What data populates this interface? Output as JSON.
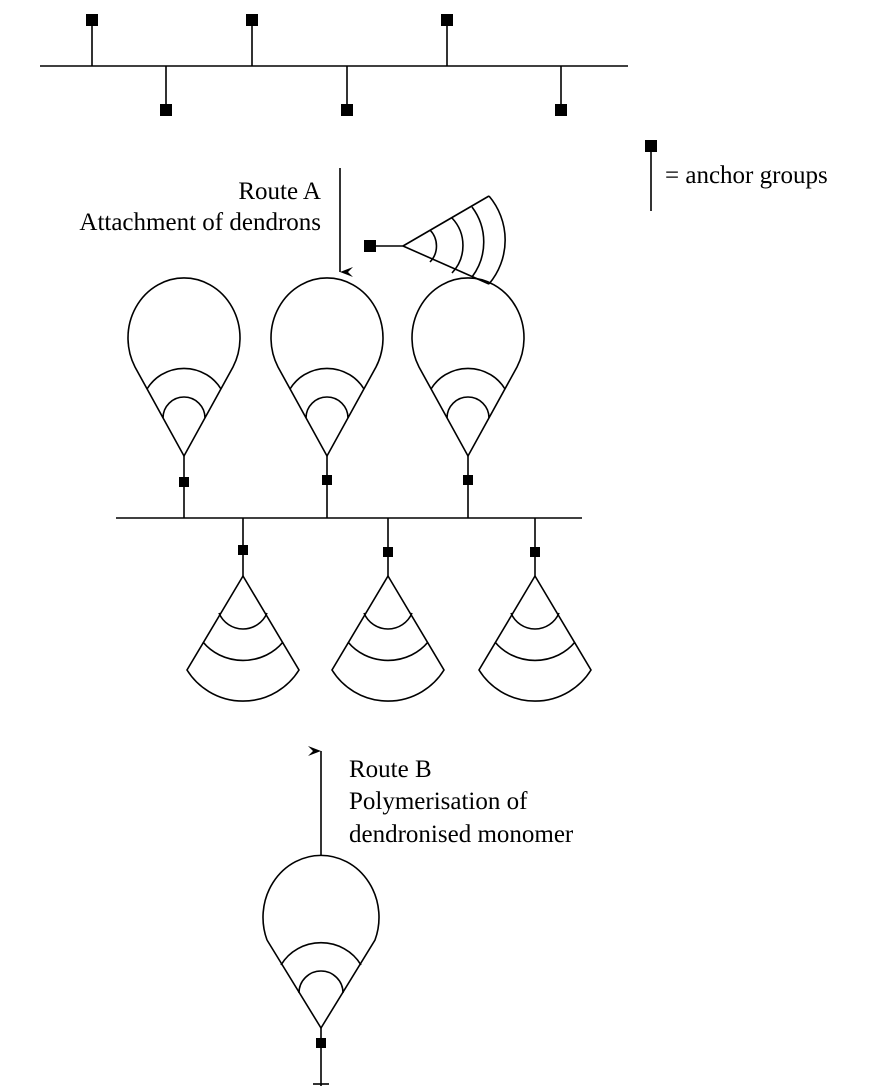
{
  "labels": {
    "legend": "= anchor groups",
    "route_a_title": "Route A",
    "route_a_desc": "Attachment of dendrons",
    "route_b_title": "Route B",
    "route_b_line1": "Polymerisation of",
    "route_b_line2": "dendronised monomer"
  },
  "colors": {
    "ink": "#000000",
    "background": "#ffffff"
  }
}
